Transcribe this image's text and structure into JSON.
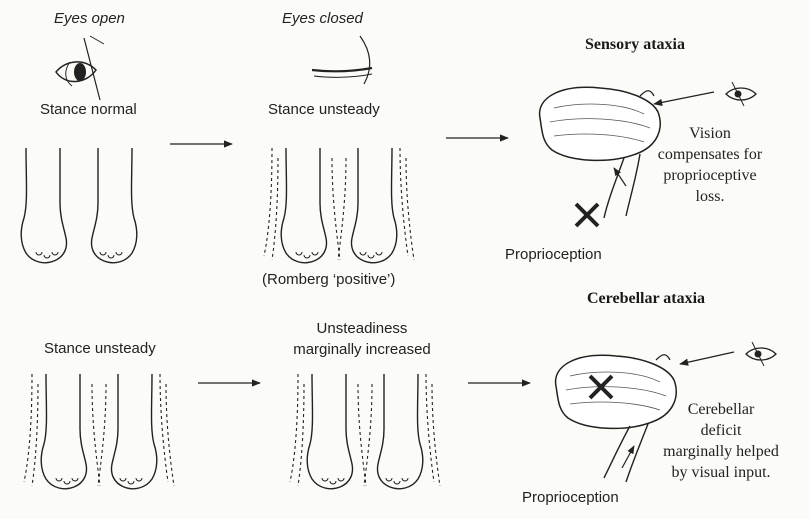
{
  "row1": {
    "eyes_open": "Eyes open",
    "eyes_closed": "Eyes closed",
    "stance_normal": "Stance normal",
    "stance_unsteady": "Stance unsteady",
    "romberg": "(Romberg ‘positive’)"
  },
  "sensory": {
    "title": "Sensory ataxia",
    "note_lines": [
      "Vision",
      "compensates for",
      "proprioceptive",
      "loss."
    ],
    "proprio": "Proprioception"
  },
  "row2": {
    "stance_unsteady": "Stance unsteady",
    "increased_lines": [
      "Unsteadiness",
      "marginally increased"
    ]
  },
  "cerebellar": {
    "title": "Cerebellar ataxia",
    "note_lines": [
      "Cerebellar",
      "deficit",
      "marginally helped",
      "by visual input."
    ],
    "proprio": "Proprioception"
  }
}
